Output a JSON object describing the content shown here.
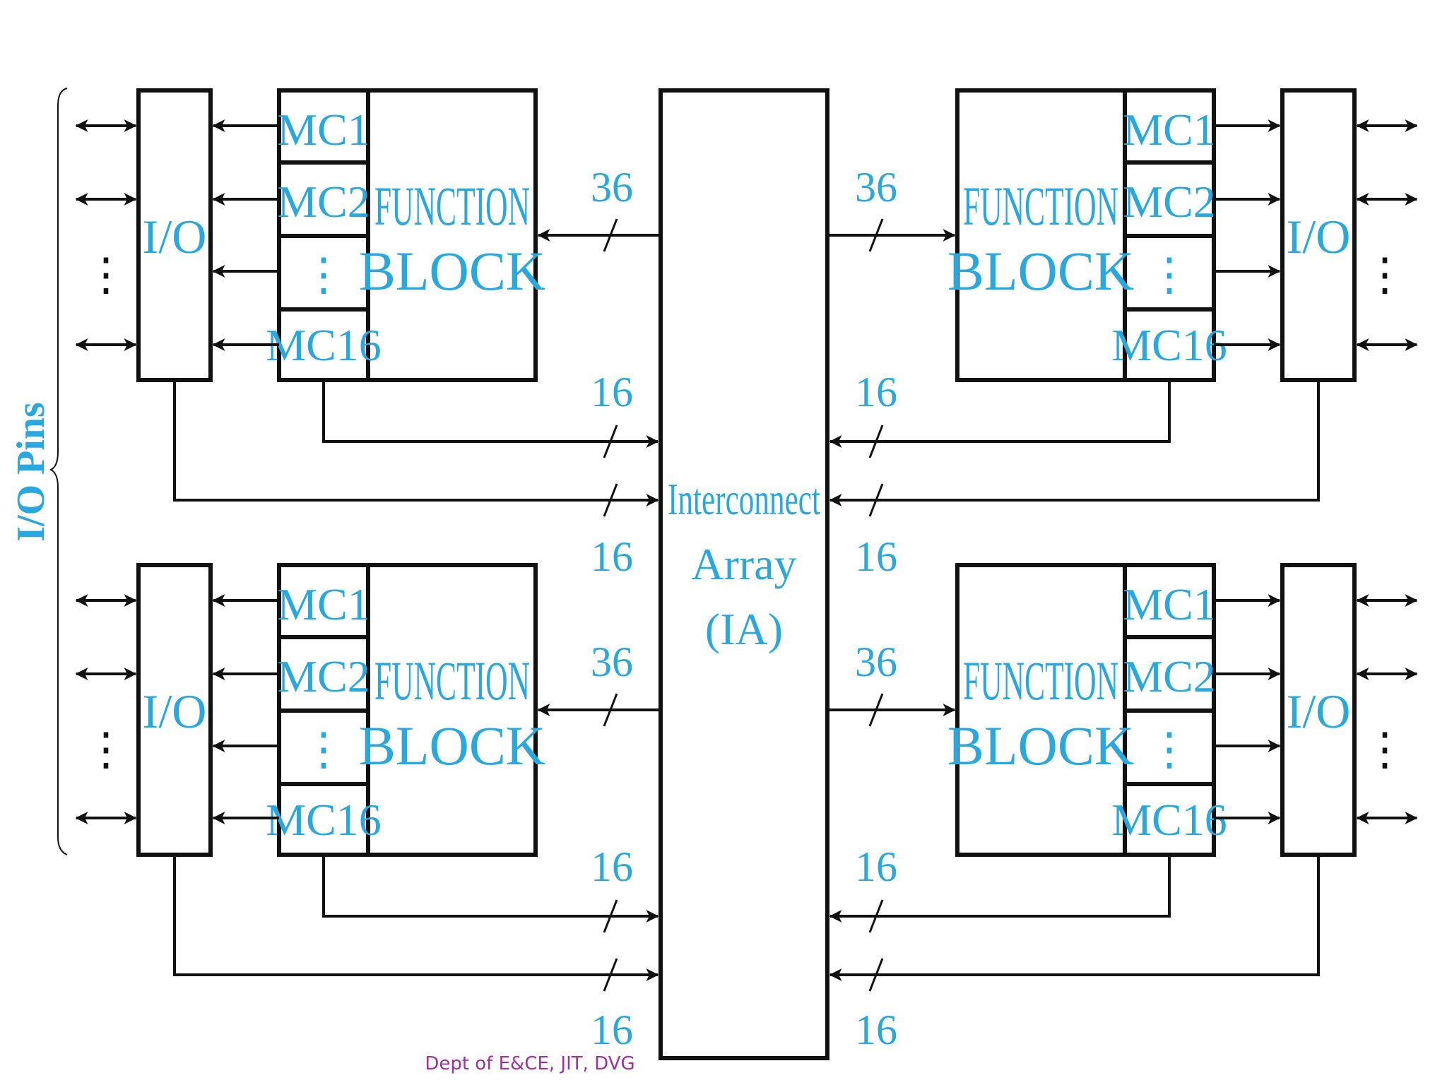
{
  "diagram": {
    "function_block_label": [
      "FUNCTION",
      "BLOCK"
    ],
    "macrocells": [
      "MC1",
      "MC2",
      "⋮",
      "MC16"
    ],
    "io_label": "I/O",
    "interconnect_label": [
      "Interconnect",
      "Array",
      "(IA)"
    ],
    "bus_width_to_block": "36",
    "bus_width_feedback": "16",
    "bus_width_io": "16",
    "pins_label": "I/O Pins",
    "text_color": "#29a8e0",
    "line_color": "#111111"
  },
  "footer": {
    "text": "Dept of E&CE, JIT, DVG",
    "color": "#a0309a"
  }
}
